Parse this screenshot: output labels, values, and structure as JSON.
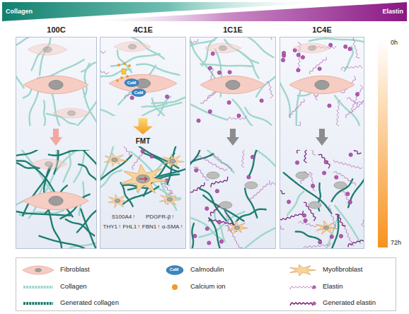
{
  "diagram": {
    "nodes": [
      {
        "text": [
          "100C"
        ]
      },
      {
        "text": [
          "4C1E"
        ]
      },
      {
        "text": [
          "1C1E"
        ]
      },
      {
        "text": [
          "1C4E"
        ]
      }
    ],
    "labels": [
      "Collagen",
      "Elastin",
      "0h",
      "72h",
      "CaM",
      "CaM",
      "FMT",
      "S100A4",
      "↑",
      "PDGFR-β",
      "↑",
      "THY1",
      "↑",
      "FHL1",
      "↑",
      "FBN1",
      "↑",
      "α-SMA",
      "↑",
      "CaM"
    ],
    "legend": [
      {
        "text": "Fibroblast"
      },
      {
        "text": "Calmodulin"
      },
      {
        "text": "Myofibroblast"
      },
      {
        "text": "Collagen"
      },
      {
        "text": "Calcium ion"
      },
      {
        "text": "Elastin"
      },
      {
        "text": "Generated collagen"
      },
      {
        "text": "Generated elastin"
      }
    ]
  }
}
